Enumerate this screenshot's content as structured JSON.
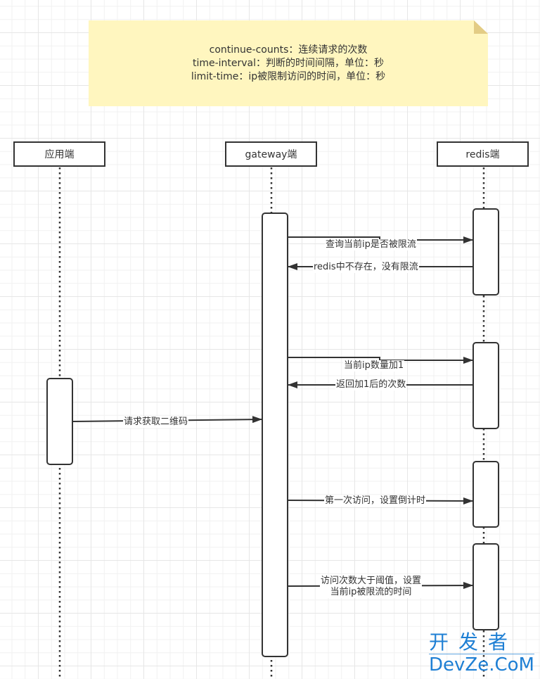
{
  "note": {
    "lines": [
      "continue-counts：连续请求的次数",
      "time-interval：判断的时间间隔，单位：秒",
      "limit-time：ip被限制访问的时间，单位：秒"
    ],
    "fill_color": "#fff6bf",
    "fold_color": "#e3cc85"
  },
  "actors": [
    {
      "id": "app",
      "label": "应用端"
    },
    {
      "id": "gateway",
      "label": "gateway端"
    },
    {
      "id": "redis",
      "label": "redis端"
    }
  ],
  "messages": [
    {
      "from": "gateway",
      "to": "redis",
      "label": "查询当前ip是否被限流"
    },
    {
      "from": "redis",
      "to": "gateway",
      "label": "redis中不存在，没有限流"
    },
    {
      "from": "gateway",
      "to": "redis",
      "label": "当前ip数量加1"
    },
    {
      "from": "redis",
      "to": "gateway",
      "label": "返回加1后的次数"
    },
    {
      "from": "app",
      "to": "gateway",
      "label": "请求获取二维码"
    },
    {
      "from": "gateway",
      "to": "redis",
      "label": "第一次访问，设置倒计时"
    },
    {
      "from": "gateway",
      "to": "redis",
      "label_lines": [
        "访问次数大于阈值，设置",
        "当前ip被限流的时间"
      ]
    }
  ],
  "watermark": {
    "cn": "开发者",
    "en": "DevZe.CoM",
    "color": "#1e7fd4"
  },
  "colors": {
    "line": "#333333",
    "background": "#ffffff",
    "grid": "#e6e6e6"
  }
}
